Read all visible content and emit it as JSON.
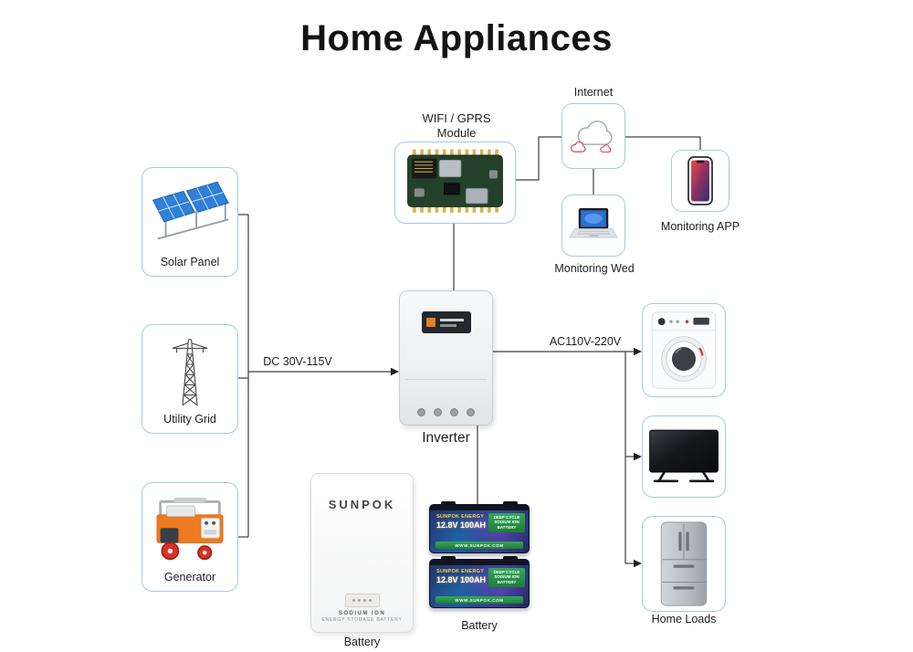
{
  "title": "Home Appliances",
  "connections": {
    "dc_label": "DC 30V-115V",
    "ac_label": "AC110V-220V"
  },
  "nodes": {
    "solar_panel": {
      "label": "Solar Panel"
    },
    "utility_grid": {
      "label": "Utility Grid"
    },
    "generator": {
      "label": "Generator"
    },
    "wifi_module": {
      "label": "WIFI / GPRS Module"
    },
    "internet": {
      "label": "Internet"
    },
    "monitoring_app": {
      "label": "Monitoring APP"
    },
    "monitoring_web": {
      "label": "Monitoring Wed"
    },
    "inverter": {
      "label": "Inverter"
    },
    "home_loads": {
      "label": "Home Loads"
    },
    "wall_battery": {
      "label": "Battery",
      "brand": "SUNPOK",
      "type_line1": "SODIUM ION",
      "type_line2": "ENERGY STORAGE BATTERY"
    },
    "battery_packs": {
      "label": "Battery",
      "brand": "SUNPOK ENERGY",
      "spec": "12.8V 100AH",
      "desc": "DEEP CYCLE SODIUM ION BATTERY",
      "website": "WWW.SUNPOK.COM"
    }
  },
  "colors": {
    "node_border": "#a4cbe0",
    "wire": "#3d3d3d",
    "solar_blue": "#2f80d8",
    "generator_orange": "#f07a1f",
    "battery_navy": "#223468",
    "battery_green": "#2e9e4f",
    "red_accent": "#d7342a"
  }
}
